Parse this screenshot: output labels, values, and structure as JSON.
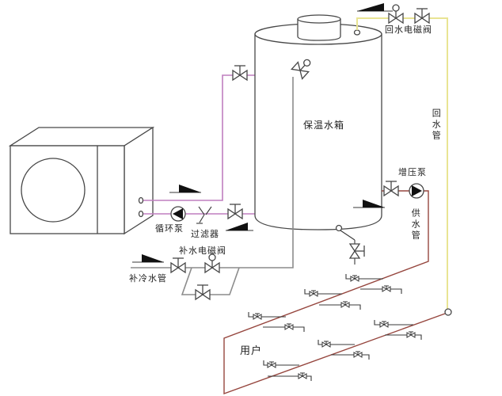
{
  "diagram": {
    "type": "piping-schematic",
    "description": "Heat pump hot water system schematic with insulated storage tank, circulation loop, supply and return piping to users",
    "labels": {
      "tank": "保温水箱",
      "return_solenoid_valve": "回水电磁阀",
      "return_pipe": "回水管",
      "booster_pump": "增压泵",
      "supply_pipe": "供水管",
      "circulation_pump": "循环泵",
      "filter": "过滤器",
      "makeup_solenoid_valve": "补水电磁阀",
      "makeup_cold_water_pipe": "补冷水管",
      "users": "用户"
    },
    "colors": {
      "heat_pump_loop": "#bf7fbf",
      "return_pipe": "#e9e493",
      "supply_pipe": "#96463e",
      "makeup_pipe": "#8c8c8c",
      "outline": "#474747",
      "label_text": "#222222",
      "background": "#ffffff"
    },
    "components": [
      {
        "name": "heat-pump-unit"
      },
      {
        "name": "insulated-water-tank"
      },
      {
        "name": "tank-vent-cap"
      },
      {
        "name": "float-valve"
      },
      {
        "name": "circulation-pump"
      },
      {
        "name": "y-strainer-filter"
      },
      {
        "name": "booster-pump"
      },
      {
        "name": "return-solenoid-valve"
      },
      {
        "name": "makeup-solenoid-valve"
      },
      {
        "name": "gate-valves",
        "count": 7
      },
      {
        "name": "user-branch-valves",
        "count": 12
      },
      {
        "name": "flow-arrows",
        "count": 5
      },
      {
        "name": "tank-drain-valve"
      }
    ]
  }
}
